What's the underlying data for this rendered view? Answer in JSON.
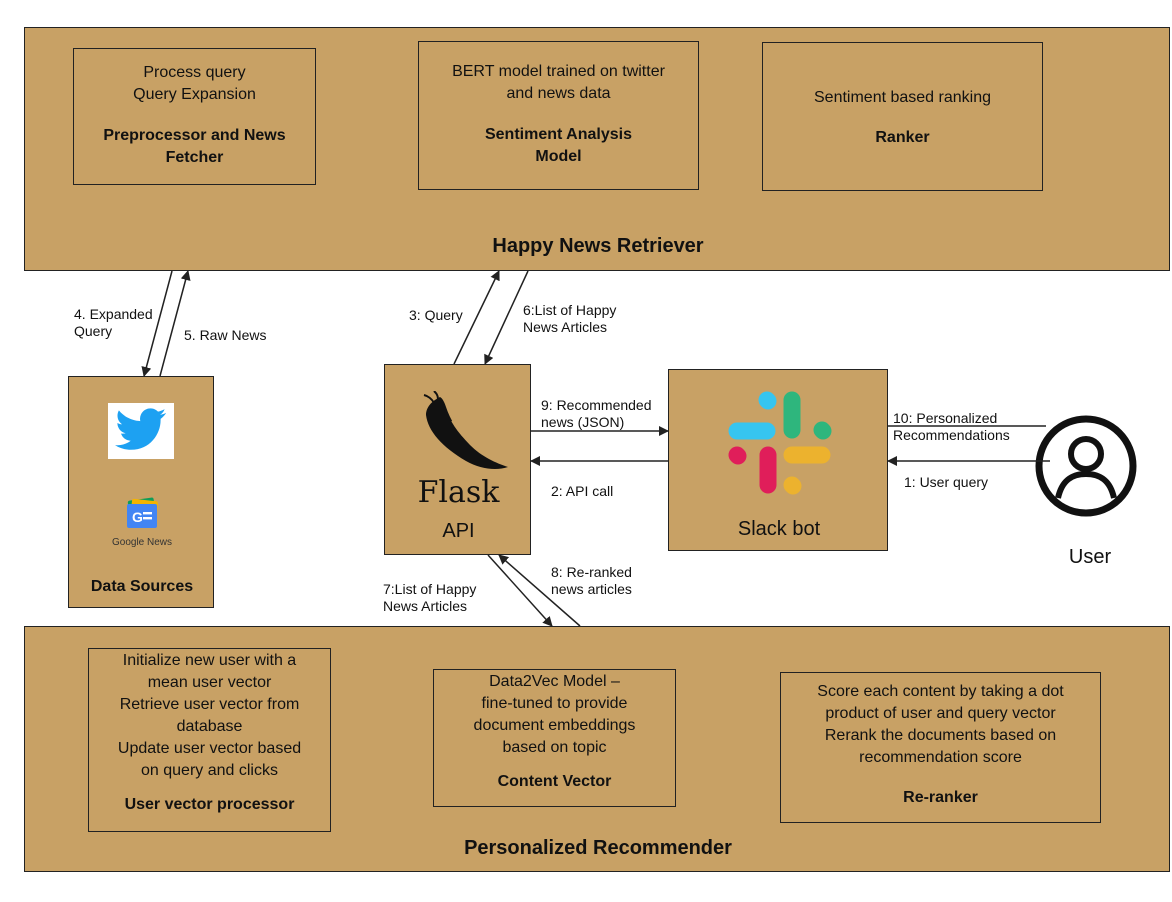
{
  "retriever": {
    "title": "Happy News Retriever",
    "modules": [
      {
        "text": "Process query\nQuery Expansion",
        "label": "Preprocessor and News\nFetcher"
      },
      {
        "text": "BERT model trained on twitter\nand news data",
        "label": "Sentiment Analysis\nModel"
      },
      {
        "text": "Sentiment based ranking",
        "label": "Ranker"
      }
    ]
  },
  "recommender": {
    "title": "Personalized Recommender",
    "modules": [
      {
        "text": "Initialize new user with a\nmean user vector\nRetrieve user vector from\ndatabase\nUpdate user vector based\non query and clicks",
        "label": "User vector processor"
      },
      {
        "text": "Data2Vec Model –\nfine-tuned to provide\ndocument embeddings\nbased on topic",
        "label": "Content Vector"
      },
      {
        "text": "Score each content by taking a dot\nproduct of user and query vector\nRerank the documents based on\nrecommendation score",
        "label": "Re-ranker"
      }
    ]
  },
  "data_sources": {
    "label": "Data Sources",
    "google_news": "Google News"
  },
  "api": {
    "logo": "Flask",
    "label": "API"
  },
  "slack": {
    "label": "Slack bot"
  },
  "user": {
    "label": "User"
  },
  "edges": {
    "e1": "1: User query",
    "e2": "2: API call",
    "e3": "3: Query",
    "e4": "4. Expanded\nQuery",
    "e5": "5. Raw News",
    "e6": "6:List of Happy\nNews Articles",
    "e7": "7:List of Happy\nNews Articles",
    "e8": "8: Re-ranked\nnews articles",
    "e9": "9: Recommended\nnews (JSON)",
    "e10": "10: Personalized\nRecommendations"
  },
  "colors": {
    "panel": "#c8a165",
    "line": "#222222",
    "twitter": "#1da1f2"
  },
  "icons": [
    "twitter-icon",
    "google-news-icon",
    "flask-horn-icon",
    "slack-logo-icon",
    "user-icon"
  ]
}
